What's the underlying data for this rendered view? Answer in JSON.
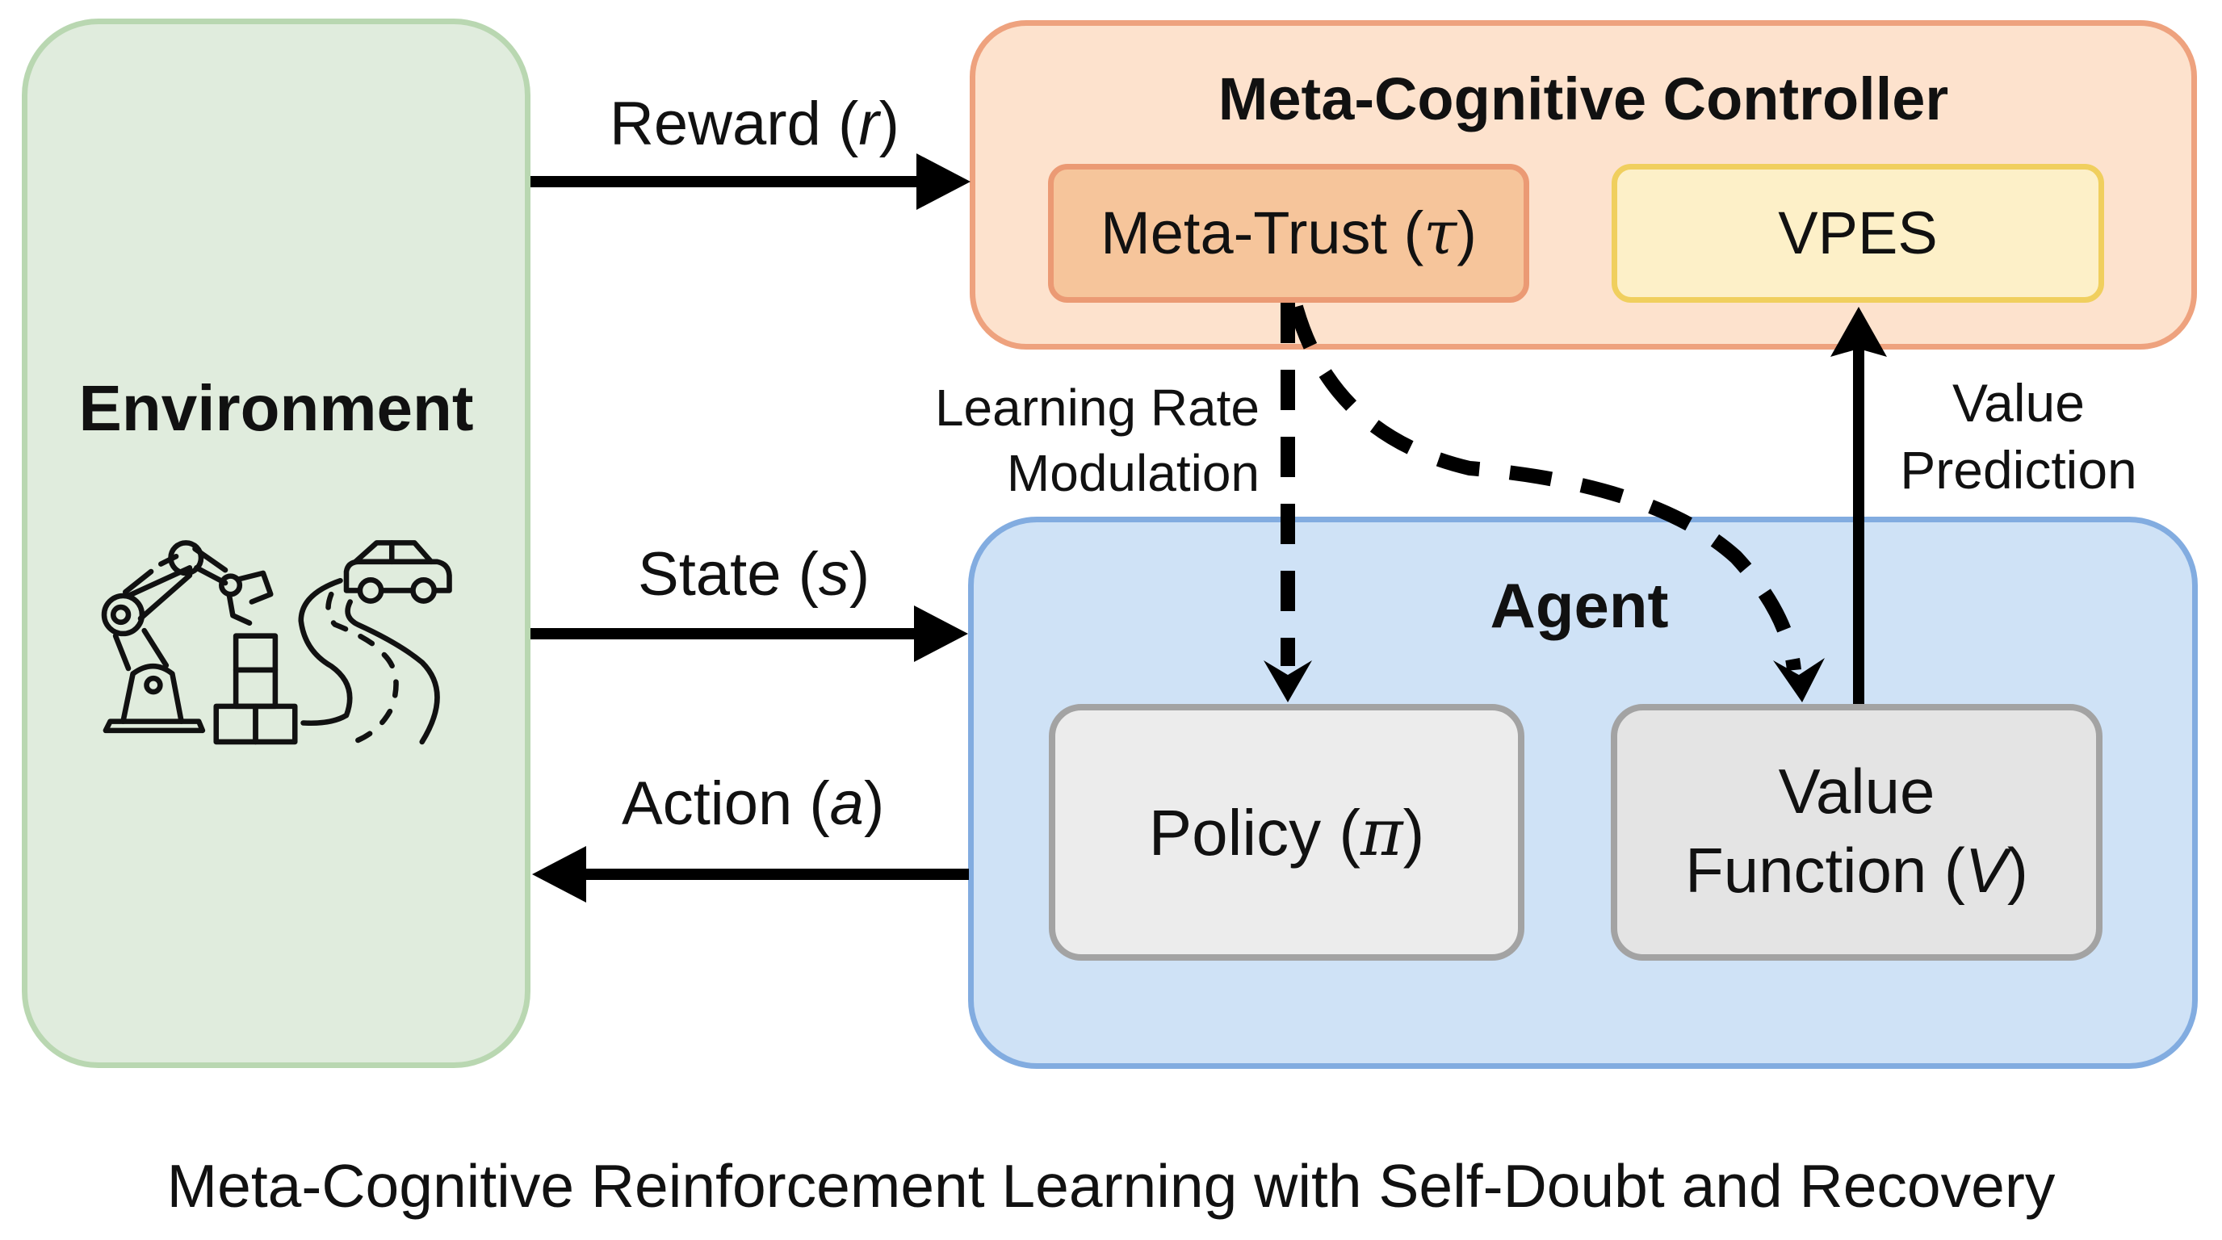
{
  "diagram": {
    "caption": "Meta-Cognitive Reinforcement Learning with Self-Doubt and Recovery",
    "colors": {
      "environment_fill": "#e0ecdd",
      "environment_border": "#b9d7b1",
      "controller_fill": "#fde2cd",
      "controller_border": "#eea27e",
      "agent_fill": "#cfe2f6",
      "agent_border": "#82ace0",
      "meta_trust_fill": "#f6c59b",
      "vpes_fill": "#fdf0c8",
      "vpes_border": "#f0cf5e",
      "module_fill": "#ececec",
      "module_border": "#a3a3a3",
      "arrow": "#000000"
    },
    "environment": {
      "title": "Environment",
      "icons": [
        "robot-arm-icon",
        "stacked-boxes-icon",
        "winding-road-icon",
        "car-icon"
      ]
    },
    "controller": {
      "title": "Meta-Cognitive Controller",
      "meta_trust": {
        "label": "Meta-Trust (",
        "symbol": "τ",
        "close": ")"
      },
      "vpes": {
        "label": "VPES"
      }
    },
    "agent": {
      "title": "Agent",
      "policy": {
        "label": "Policy (",
        "symbol": "π",
        "close": ")"
      },
      "value_function": {
        "line1": "Value",
        "line2": "Function (",
        "symbol": "V",
        "close": ")"
      }
    },
    "edges": {
      "reward": {
        "label": "Reward (",
        "symbol": "r",
        "close": ")",
        "from": "Environment",
        "to": "Meta-Cognitive Controller",
        "style": "solid"
      },
      "state": {
        "label": "State (",
        "symbol": "s",
        "close": ")",
        "from": "Environment",
        "to": "Agent",
        "style": "solid"
      },
      "action": {
        "label": "Action (",
        "symbol": "a",
        "close": ")",
        "from": "Agent",
        "to": "Environment",
        "style": "solid"
      },
      "learning_rate": {
        "line1": "Learning Rate",
        "line2": "Modulation",
        "from": "Meta-Trust",
        "to": "Policy / Value Function",
        "style": "dashed"
      },
      "value_prediction": {
        "line1": "Value",
        "line2": "Prediction",
        "from": "Value Function",
        "to": "VPES",
        "style": "solid"
      }
    }
  }
}
